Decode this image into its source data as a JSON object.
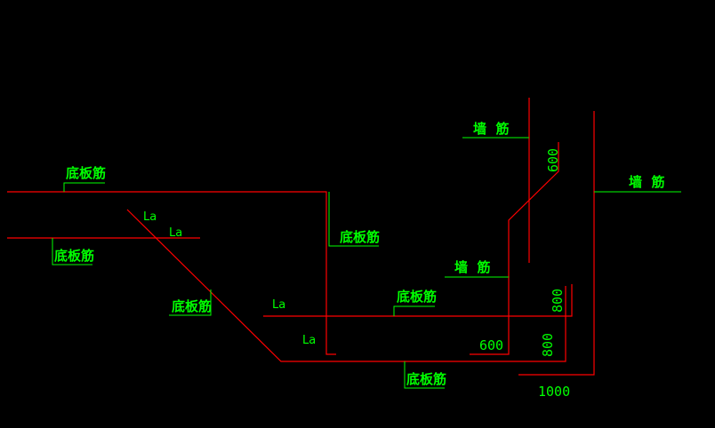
{
  "colors": {
    "background": "#000000",
    "rebar": "#ff0000",
    "annotation": "#00ff00"
  },
  "labels": {
    "bottom_slab_bar": "底板筋",
    "wall_bar": "墙  筋",
    "anchorage": "La"
  },
  "dimensions": {
    "d600": "600",
    "d800": "800",
    "d1000": "1000"
  }
}
